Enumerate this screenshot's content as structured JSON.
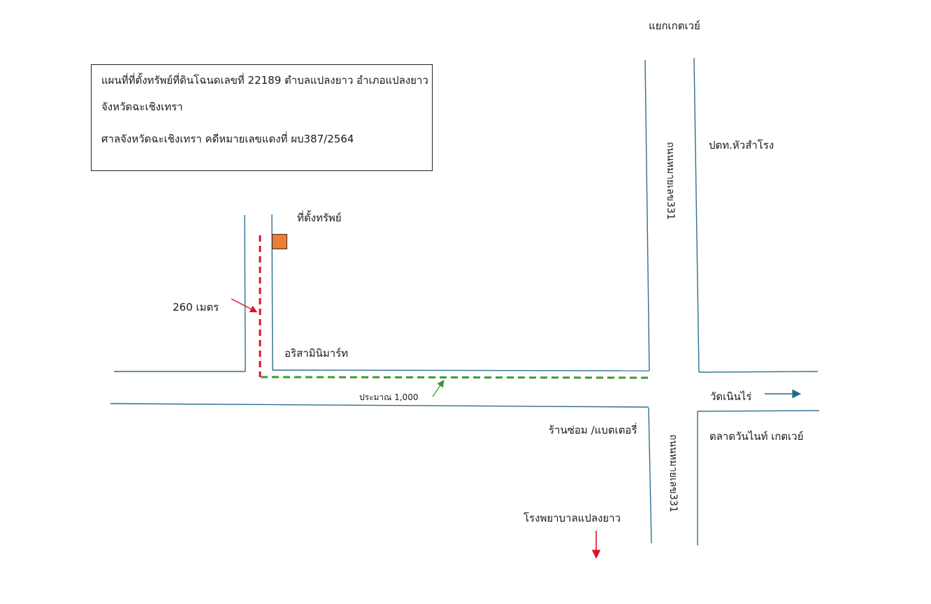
{
  "info_box": {
    "line1": "แผนที่ที่ตั้งทรัพย์ที่ดินโฉนดเลขที่ 22189 ตำบลแปลงยาว อำเภอแปลงยาว",
    "line2": "จังหวัดฉะเชิงเทรา",
    "line3": "ศาลจังหวัดฉะเชิงเทรา คดีหมายเลขแดงที่ ผบ387/2564"
  },
  "labels": {
    "junction": "แยกเกตเวย์",
    "gas_station": "ปตท.หัวสำโรง",
    "property_location": "ที่ตั้งทรัพย์",
    "distance_260": "260 เมตร",
    "minimart": "อริสามินิมาร์ท",
    "approx_distance": "ประมาณ 1,000",
    "temple": "วัดเนินไร่",
    "market": "ตลาดวันไนท์ เกตเวย์",
    "repair_shop": "ร้านซ่อม /แบตเตอรี่",
    "hospital": "โรงพยาบาลแปลงยาว",
    "road_north": "ถนนหมายเลข331",
    "road_south": "ถนนหมายเลข331"
  },
  "colors": {
    "road": "#2e6f8e",
    "red_path": "#e0102a",
    "green_path": "#3c9a35",
    "property_marker": "#ed7d31",
    "temple_arrow": "#1f6a88"
  },
  "icons": {
    "property_marker": "orange-square",
    "temple_arrow": "arrow-right-icon",
    "hospital_arrow": "arrow-down-icon"
  }
}
